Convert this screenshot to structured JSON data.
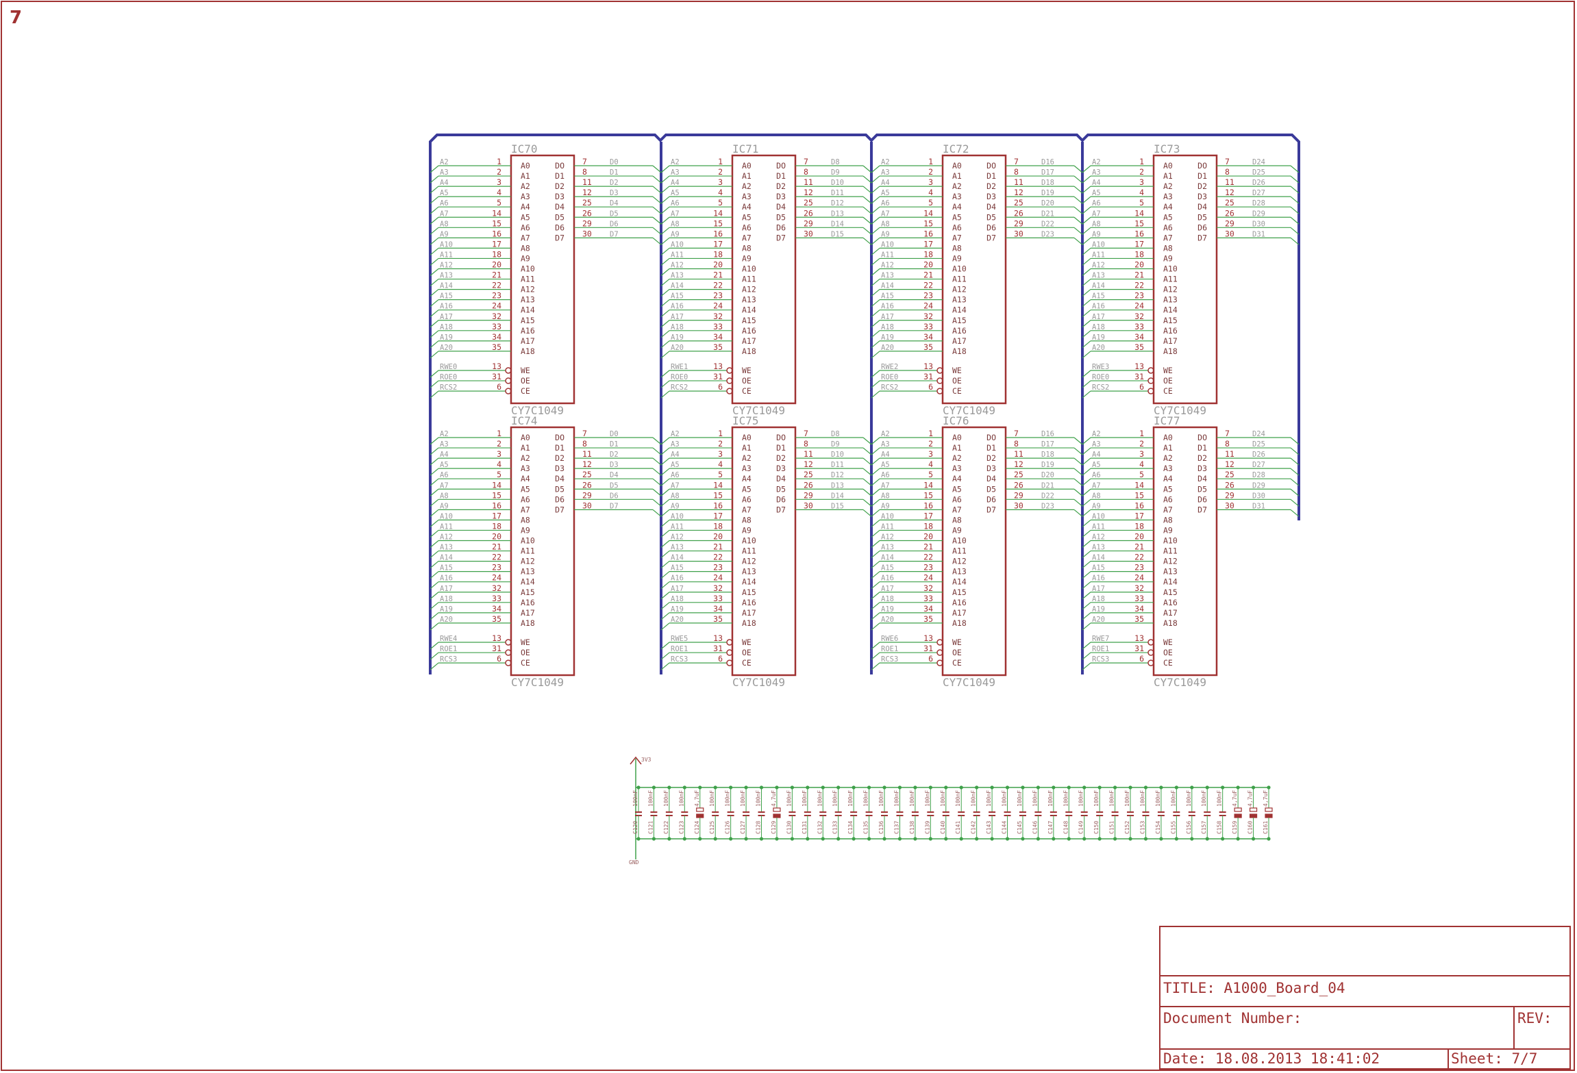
{
  "sheet_number": "7",
  "ics": [
    {
      "name": "IC70",
      "part": "CY7C1049",
      "addr": [
        "A2",
        "A3",
        "A4",
        "A5",
        "A6",
        "A7",
        "A8",
        "A9",
        "A10",
        "A11",
        "A12",
        "A13",
        "A14",
        "A15",
        "A16",
        "A17",
        "A18",
        "A19",
        "A20"
      ],
      "data": [
        "D0",
        "D1",
        "D2",
        "D3",
        "D4",
        "D5",
        "D6",
        "D7"
      ],
      "ctrl": [
        "RWE0",
        "ROE0",
        "RCS2"
      ]
    },
    {
      "name": "IC71",
      "part": "CY7C1049",
      "addr": [
        "A2",
        "A3",
        "A4",
        "A5",
        "A6",
        "A7",
        "A8",
        "A9",
        "A10",
        "A11",
        "A12",
        "A13",
        "A14",
        "A15",
        "A16",
        "A17",
        "A18",
        "A19",
        "A20"
      ],
      "data": [
        "D8",
        "D9",
        "D10",
        "D11",
        "D12",
        "D13",
        "D14",
        "D15"
      ],
      "ctrl": [
        "RWE1",
        "ROE0",
        "RCS2"
      ]
    },
    {
      "name": "IC72",
      "part": "CY7C1049",
      "addr": [
        "A2",
        "A3",
        "A4",
        "A5",
        "A6",
        "A7",
        "A8",
        "A9",
        "A10",
        "A11",
        "A12",
        "A13",
        "A14",
        "A15",
        "A16",
        "A17",
        "A18",
        "A19",
        "A20"
      ],
      "data": [
        "D16",
        "D17",
        "D18",
        "D19",
        "D20",
        "D21",
        "D22",
        "D23"
      ],
      "ctrl": [
        "RWE2",
        "ROE0",
        "RCS2"
      ]
    },
    {
      "name": "IC73",
      "part": "CY7C1049",
      "addr": [
        "A2",
        "A3",
        "A4",
        "A5",
        "A6",
        "A7",
        "A8",
        "A9",
        "A10",
        "A11",
        "A12",
        "A13",
        "A14",
        "A15",
        "A16",
        "A17",
        "A18",
        "A19",
        "A20"
      ],
      "data": [
        "D24",
        "D25",
        "D26",
        "D27",
        "D28",
        "D29",
        "D30",
        "D31"
      ],
      "ctrl": [
        "RWE3",
        "ROE0",
        "RCS2"
      ]
    },
    {
      "name": "IC74",
      "part": "CY7C1049",
      "addr": [
        "A2",
        "A3",
        "A4",
        "A5",
        "A6",
        "A7",
        "A8",
        "A9",
        "A10",
        "A11",
        "A12",
        "A13",
        "A14",
        "A15",
        "A16",
        "A17",
        "A18",
        "A19",
        "A20"
      ],
      "data": [
        "D0",
        "D1",
        "D2",
        "D3",
        "D4",
        "D5",
        "D6",
        "D7"
      ],
      "ctrl": [
        "RWE4",
        "ROE1",
        "RCS3"
      ]
    },
    {
      "name": "IC75",
      "part": "CY7C1049",
      "addr": [
        "A2",
        "A3",
        "A4",
        "A5",
        "A6",
        "A7",
        "A8",
        "A9",
        "A10",
        "A11",
        "A12",
        "A13",
        "A14",
        "A15",
        "A16",
        "A17",
        "A18",
        "A19",
        "A20"
      ],
      "data": [
        "D8",
        "D9",
        "D10",
        "D11",
        "D12",
        "D13",
        "D14",
        "D15"
      ],
      "ctrl": [
        "RWE5",
        "ROE1",
        "RCS3"
      ]
    },
    {
      "name": "IC76",
      "part": "CY7C1049",
      "addr": [
        "A2",
        "A3",
        "A4",
        "A5",
        "A6",
        "A7",
        "A8",
        "A9",
        "A10",
        "A11",
        "A12",
        "A13",
        "A14",
        "A15",
        "A16",
        "A17",
        "A18",
        "A19",
        "A20"
      ],
      "data": [
        "D16",
        "D17",
        "D18",
        "D19",
        "D20",
        "D21",
        "D22",
        "D23"
      ],
      "ctrl": [
        "RWE6",
        "ROE1",
        "RCS3"
      ]
    },
    {
      "name": "IC77",
      "part": "CY7C1049",
      "addr": [
        "A2",
        "A3",
        "A4",
        "A5",
        "A6",
        "A7",
        "A8",
        "A9",
        "A10",
        "A11",
        "A12",
        "A13",
        "A14",
        "A15",
        "A16",
        "A17",
        "A18",
        "A19",
        "A20"
      ],
      "data": [
        "D24",
        "D25",
        "D26",
        "D27",
        "D28",
        "D29",
        "D30",
        "D31"
      ],
      "ctrl": [
        "RWE7",
        "ROE1",
        "RCS3"
      ]
    }
  ],
  "chip_pins": {
    "addr_names": [
      "A0",
      "A1",
      "A2",
      "A3",
      "A4",
      "A5",
      "A6",
      "A7",
      "A8",
      "A9",
      "A10",
      "A11",
      "A12",
      "A13",
      "A14",
      "A15",
      "A16",
      "A17",
      "A18"
    ],
    "addr_nums": [
      "1",
      "2",
      "3",
      "4",
      "5",
      "14",
      "15",
      "16",
      "17",
      "18",
      "20",
      "21",
      "22",
      "23",
      "24",
      "32",
      "33",
      "34",
      "35"
    ],
    "data_names": [
      "DO",
      "D1",
      "D2",
      "D3",
      "D4",
      "D5",
      "D6",
      "D7"
    ],
    "data_nums": [
      "7",
      "8",
      "11",
      "12",
      "25",
      "26",
      "29",
      "30"
    ],
    "ctrl_names": [
      "WE",
      "OE",
      "CE"
    ],
    "ctrl_nums": [
      "13",
      "31",
      "6"
    ]
  },
  "capacitors": {
    "supply": "3V3",
    "ground": "GND",
    "names": [
      "C120",
      "C121",
      "C122",
      "C123",
      "C124",
      "C125",
      "C126",
      "C127",
      "C128",
      "C129",
      "C130",
      "C131",
      "C132",
      "C133",
      "C134",
      "C135",
      "C136",
      "C137",
      "C138",
      "C139",
      "C140",
      "C141",
      "C142",
      "C143",
      "C144",
      "C145",
      "C146",
      "C147",
      "C148",
      "C149",
      "C150",
      "C151",
      "C152",
      "C153",
      "C154",
      "C155",
      "C156",
      "C157",
      "C158",
      "C159",
      "C160",
      "C161"
    ],
    "values": [
      "100nF",
      "100nF",
      "100nF",
      "100nF",
      "4,7uF",
      "100nF",
      "100nF",
      "100nF",
      "100nF",
      "4,7uF",
      "100nF",
      "100nF",
      "100nF",
      "100nF",
      "100nF",
      "100nF",
      "100nF",
      "100nF",
      "100nF",
      "100nF",
      "100nF",
      "100nF",
      "100nF",
      "100nF",
      "100nF",
      "100nF",
      "100nF",
      "100nF",
      "100nF",
      "100nF",
      "100nF",
      "100nF",
      "100nF",
      "100nF",
      "100nF",
      "100nF",
      "100nF",
      "100nF",
      "100nF",
      "4,7uF",
      "4,7uF",
      "4,7uF"
    ]
  },
  "title_block": {
    "title": "TITLE:  A1000_Board_04",
    "doc": "Document Number:",
    "rev": "REV:",
    "date": "Date: 18.08.2013 18:41:02",
    "sheet": "Sheet: 7/7"
  }
}
